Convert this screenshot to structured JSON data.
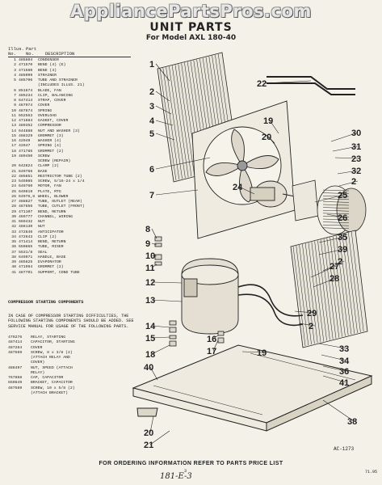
{
  "watermark": "AppliancePartsPros.com",
  "title": "UNIT PARTS",
  "subtitle": "For Model AXL 180-40",
  "list_header": {
    "illus": "Illus.",
    "part": "Part",
    "no1": "No.",
    "no2": "No.",
    "description": "DESCRIPTION"
  },
  "parts": [
    {
      "ref": "1",
      "num": "485804",
      "desc": "CONDENSER"
    },
    {
      "ref": "2",
      "num": "471570",
      "desc": "BEND (4) (E)"
    },
    {
      "ref": "3",
      "num": "471560",
      "desc": "BEND (4)"
    },
    {
      "ref": "4",
      "num": "485099",
      "desc": "STRAINER"
    },
    {
      "ref": "5",
      "num": "485706",
      "desc": "TUBE AND STRAINER"
    },
    {
      "ref": "",
      "num": "",
      "desc": "(INCLUDES ILLUS. 21)"
    },
    {
      "ref": "6",
      "num": "851874",
      "desc": "BLADE, FAN"
    },
    {
      "ref": "7",
      "num": "485234",
      "desc": "CLIP, BALANCING"
    },
    {
      "ref": "8",
      "num": "647414",
      "desc": "STRAP, COVER"
    },
    {
      "ref": "9",
      "num": "487974",
      "desc": "COVER"
    },
    {
      "ref": "10",
      "num": "487874",
      "desc": "SPRING"
    },
    {
      "ref": "11",
      "num": "652553",
      "desc": "OVERLOAD"
    },
    {
      "ref": "12",
      "num": "471884",
      "desc": "GASKET, COVER"
    },
    {
      "ref": "13",
      "num": "489352",
      "desc": "COMPRESSOR"
    },
    {
      "ref": "14",
      "num": "644888",
      "desc": "NUT AND WASHER (3)"
    },
    {
      "ref": "15",
      "num": "488329",
      "desc": "GROMMET (3)"
    },
    {
      "ref": "16",
      "num": "42949",
      "desc": "WASHER (4)"
    },
    {
      "ref": "17",
      "num": "42947",
      "desc": "SPRING (4)"
    },
    {
      "ref": "18",
      "num": "471785",
      "desc": "GROMMET (2)"
    },
    {
      "ref": "19",
      "num": "489450",
      "desc": "SCREW"
    },
    {
      "ref": "",
      "num": "",
      "desc": "SCREW (REPAIR)"
    },
    {
      "ref": "20",
      "num": "642824",
      "desc": "CLAMP (2)"
    },
    {
      "ref": "21",
      "num": "649766",
      "desc": "BASE"
    },
    {
      "ref": "22",
      "num": "485851",
      "desc": "RESTRICTOR TUBE (2)"
    },
    {
      "ref": "23",
      "num": "545085",
      "desc": "SCREW, 5/16-24 x 1/4"
    },
    {
      "ref": "24",
      "num": "649760",
      "desc": "MOTOR, FAN"
    },
    {
      "ref": "25",
      "num": "649819",
      "desc": "PLATE, MTG"
    },
    {
      "ref": "26",
      "num": "64976,8",
      "desc": "WHEEL, BLOWER"
    },
    {
      "ref": "27",
      "num": "488827",
      "desc": "TUBE, OUTLET (REAR)"
    },
    {
      "ref": "28",
      "num": "487856",
      "desc": "TUBE, CUTLET (FRONT)"
    },
    {
      "ref": "29",
      "num": "471107",
      "desc": "BEND, RETURN"
    },
    {
      "ref": "30",
      "num": "469777",
      "desc": "CHANNEL, WIRING"
    },
    {
      "ref": "31",
      "num": "669432",
      "desc": "NUT"
    },
    {
      "ref": "32",
      "num": "488130",
      "desc": "NUT"
    },
    {
      "ref": "33",
      "num": "472846",
      "desc": "ANTICIPATOR"
    },
    {
      "ref": "34",
      "num": "472643",
      "desc": "CLIP (2)"
    },
    {
      "ref": "35",
      "num": "471414",
      "desc": "BEND, RETURN"
    },
    {
      "ref": "36",
      "num": "650865",
      "desc": "TUBE, RISER"
    },
    {
      "ref": "37",
      "num": "5531/8",
      "desc": "SEAL"
    },
    {
      "ref": "38",
      "num": "649971",
      "desc": "HANDLE, BASE"
    },
    {
      "ref": "39",
      "num": "485825",
      "desc": "EVAPORATOR"
    },
    {
      "ref": "40",
      "num": "471994",
      "desc": "GROMMET (2)"
    },
    {
      "ref": "41",
      "num": "487701",
      "desc": "SUPPORT, COND TUBE"
    }
  ],
  "compressor": {
    "title": "COMPRESSOR STARTING COMPONENTS",
    "note": "IN CASE OF COMPRESSOR STARTING DIFFICULTIES, THE FOLLOWING STARTING COMPONENTS SHOULD BE ADDED. SEE SERVICE MANUAL FOR USAGE OF THE FOLLOWING PARTS.",
    "items": [
      {
        "num": "479276",
        "desc": "RELAY, STARTING"
      },
      {
        "num": "487414",
        "desc": "CAPACITOR, STARTING"
      },
      {
        "num": "487264",
        "desc": "COVER"
      },
      {
        "num": "487569",
        "desc": "SCREW, 8 x 3/8 (2)"
      },
      {
        "num": "",
        "desc": "(ATTACH RELAY AND"
      },
      {
        "num": "",
        "desc": "COVER)"
      },
      {
        "num": "488497",
        "desc": "NUT, SPEED (ATTACH"
      },
      {
        "num": "",
        "desc": "RELAY)"
      },
      {
        "num": "767868",
        "desc": "CAP, CAPACITOR"
      },
      {
        "num": "650849",
        "desc": "BRACKET, CAPACITOR"
      },
      {
        "num": "487589",
        "desc": "SCREW, 10 x 5/8 (2)"
      },
      {
        "num": "",
        "desc": "(ATTACH BRACKET)"
      }
    ]
  },
  "diagram_code": "AC-1273",
  "footer": "FOR ORDERING INFORMATION REFER TO PARTS PRICE LIST",
  "page_number": "3",
  "handwritten": "181-E-3",
  "corner_code": "71.95"
}
